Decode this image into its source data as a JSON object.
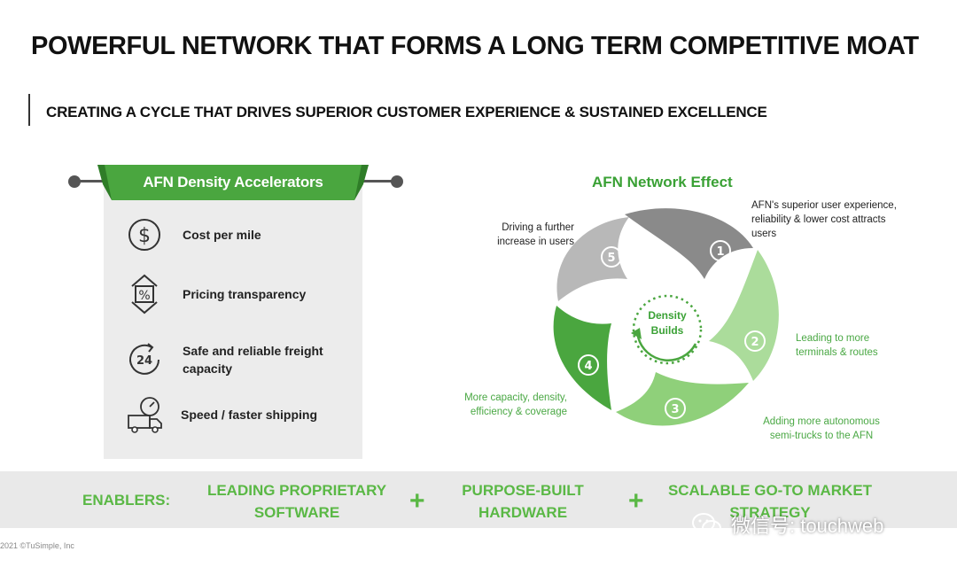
{
  "slide": {
    "title": "POWERFUL NETWORK THAT FORMS A LONG TERM COMPETITIVE MOAT",
    "subtitle": "CREATING A CYCLE THAT DRIVES SUPERIOR CUSTOMER EXPERIENCE & SUSTAINED EXCELLENCE"
  },
  "accelerators": {
    "heading": "AFN Density Accelerators",
    "items": [
      {
        "label": "Cost per mile",
        "icon": "dollar-icon"
      },
      {
        "label": "Pricing transparency",
        "icon": "percent-arrows-icon"
      },
      {
        "label": "Safe and reliable freight capacity",
        "icon": "24-hour-icon"
      },
      {
        "label": "Speed / faster shipping",
        "icon": "truck-speed-icon"
      }
    ]
  },
  "network": {
    "heading": "AFN Network Effect",
    "center": "Density Builds",
    "steps": [
      {
        "number": "1",
        "text": "AFN's superior user experience, reliability & lower cost attracts users"
      },
      {
        "number": "2",
        "text": "Leading to more terminals & routes"
      },
      {
        "number": "3",
        "text": "Adding more autonomous semi-trucks to the AFN"
      },
      {
        "number": "4",
        "text": "More capacity, density, efficiency & coverage"
      },
      {
        "number": "5",
        "text": "Driving a further increase in users"
      }
    ]
  },
  "enablers": {
    "label": "ENABLERS:",
    "items": [
      {
        "line1": "LEADING PROPRIETARY",
        "line2": "SOFTWARE"
      },
      {
        "line1": "PURPOSE-BUILT",
        "line2": "HARDWARE"
      },
      {
        "line1": "SCALABLE GO-TO MARKET",
        "line2": "STRATEGY"
      }
    ],
    "plus": "+"
  },
  "footer": "2021 ©TuSimple, Inc",
  "watermark": "微信号: touchweb",
  "colors": {
    "green": "#4aa63f",
    "light_green": "#a9d99b",
    "mid_green": "#7cc46b",
    "gray": "#8c8c8c",
    "light_gray": "#b0b0b0"
  }
}
